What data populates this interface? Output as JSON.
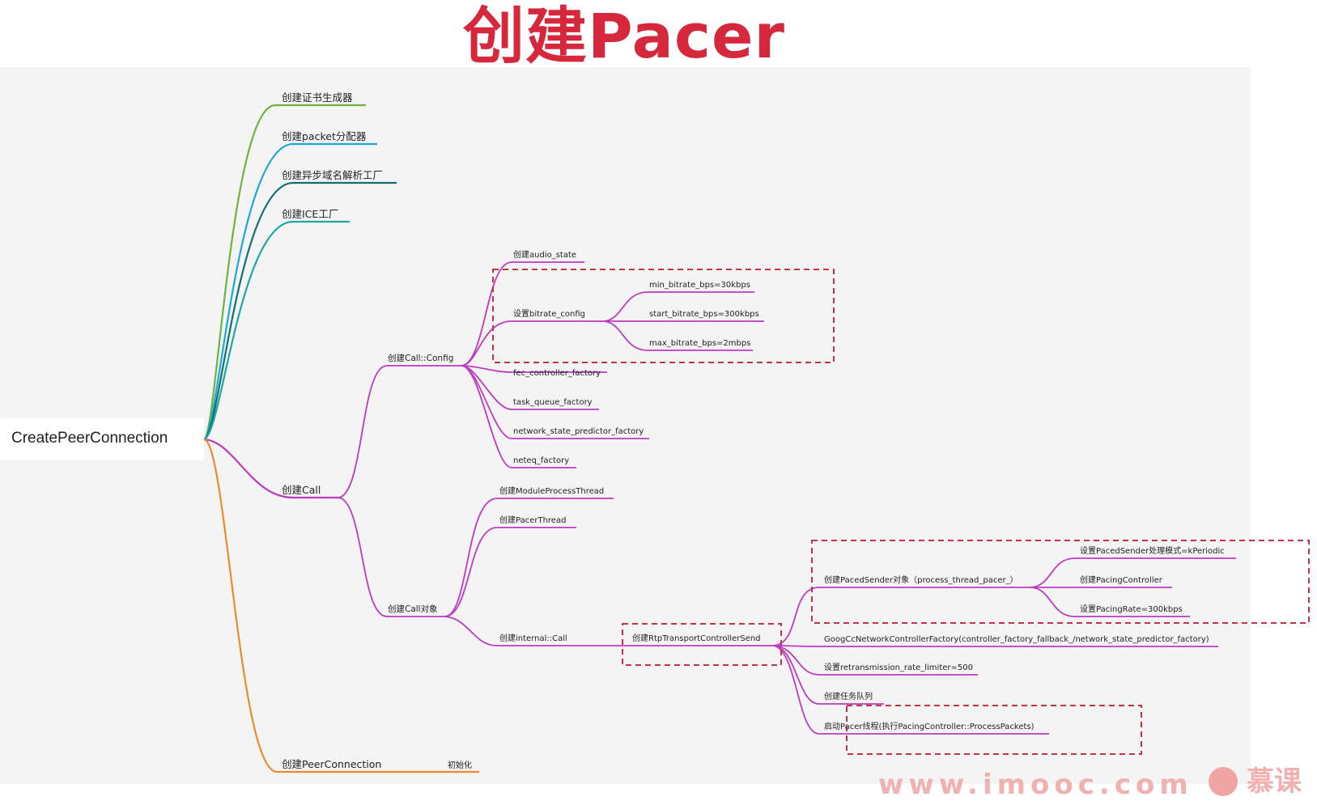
{
  "title": "创建Pacer",
  "root": {
    "label": "CreatePeerConnection"
  },
  "level1": {
    "cert": "创建证书生成器",
    "packet": "创建packet分配器",
    "dns": "创建异步域名解析工厂",
    "ice": "创建ICE工厂",
    "call": "创建Call",
    "pc": "创建PeerConnection"
  },
  "pc_init": "初始化",
  "call_config": {
    "label": "创建Call::Config",
    "audio_state": "创建audio_state",
    "bitrate_config": "设置bitrate_config",
    "min_bitrate": "min_bitrate_bps=30kbps",
    "start_bitrate": "start_bitrate_bps=300kbps",
    "max_bitrate": "max_bitrate_bps=2mbps",
    "fec": "fec_controller_factory",
    "task_queue": "task_queue_factory",
    "network_state": "network_state_predictor_factory",
    "neteq": "neteq_factory"
  },
  "call_obj": {
    "label": "创建Call对象",
    "module_thread": "创建ModuleProcessThread",
    "pacer_thread": "创建PacerThread",
    "internal_call": "创建internal::Call"
  },
  "rtp": {
    "label": "创建RtpTransportControllerSend",
    "paced_sender": "创建PacedSender对象（process_thread_pacer_）",
    "mode": "设置PacedSender处理模式=kPeriodic",
    "pacing_controller": "创建PacingController",
    "pacing_rate": "设置PacingRate=300kbps",
    "goog_cc": "GoogCcNetworkControllerFactory(controller_factory_fallback_/network_state_predictor_factory)",
    "retrans": "设置retransmission_rate_limiter=500",
    "task_queue": "创建任务队列",
    "start_pacer": "启动Pacer线程(执行PacingController::ProcessPackets)"
  },
  "watermark": {
    "url": "www.imooc.com",
    "brand": "慕课"
  },
  "colors": {
    "title": "#d6283d",
    "cert": "#6cb33f",
    "packet": "#1ba9d8",
    "dns": "#136f72",
    "ice": "#1ea7a2",
    "call": "#bd3bc0",
    "pc": "#ee8a2d",
    "dashed_box": "#c23348"
  }
}
